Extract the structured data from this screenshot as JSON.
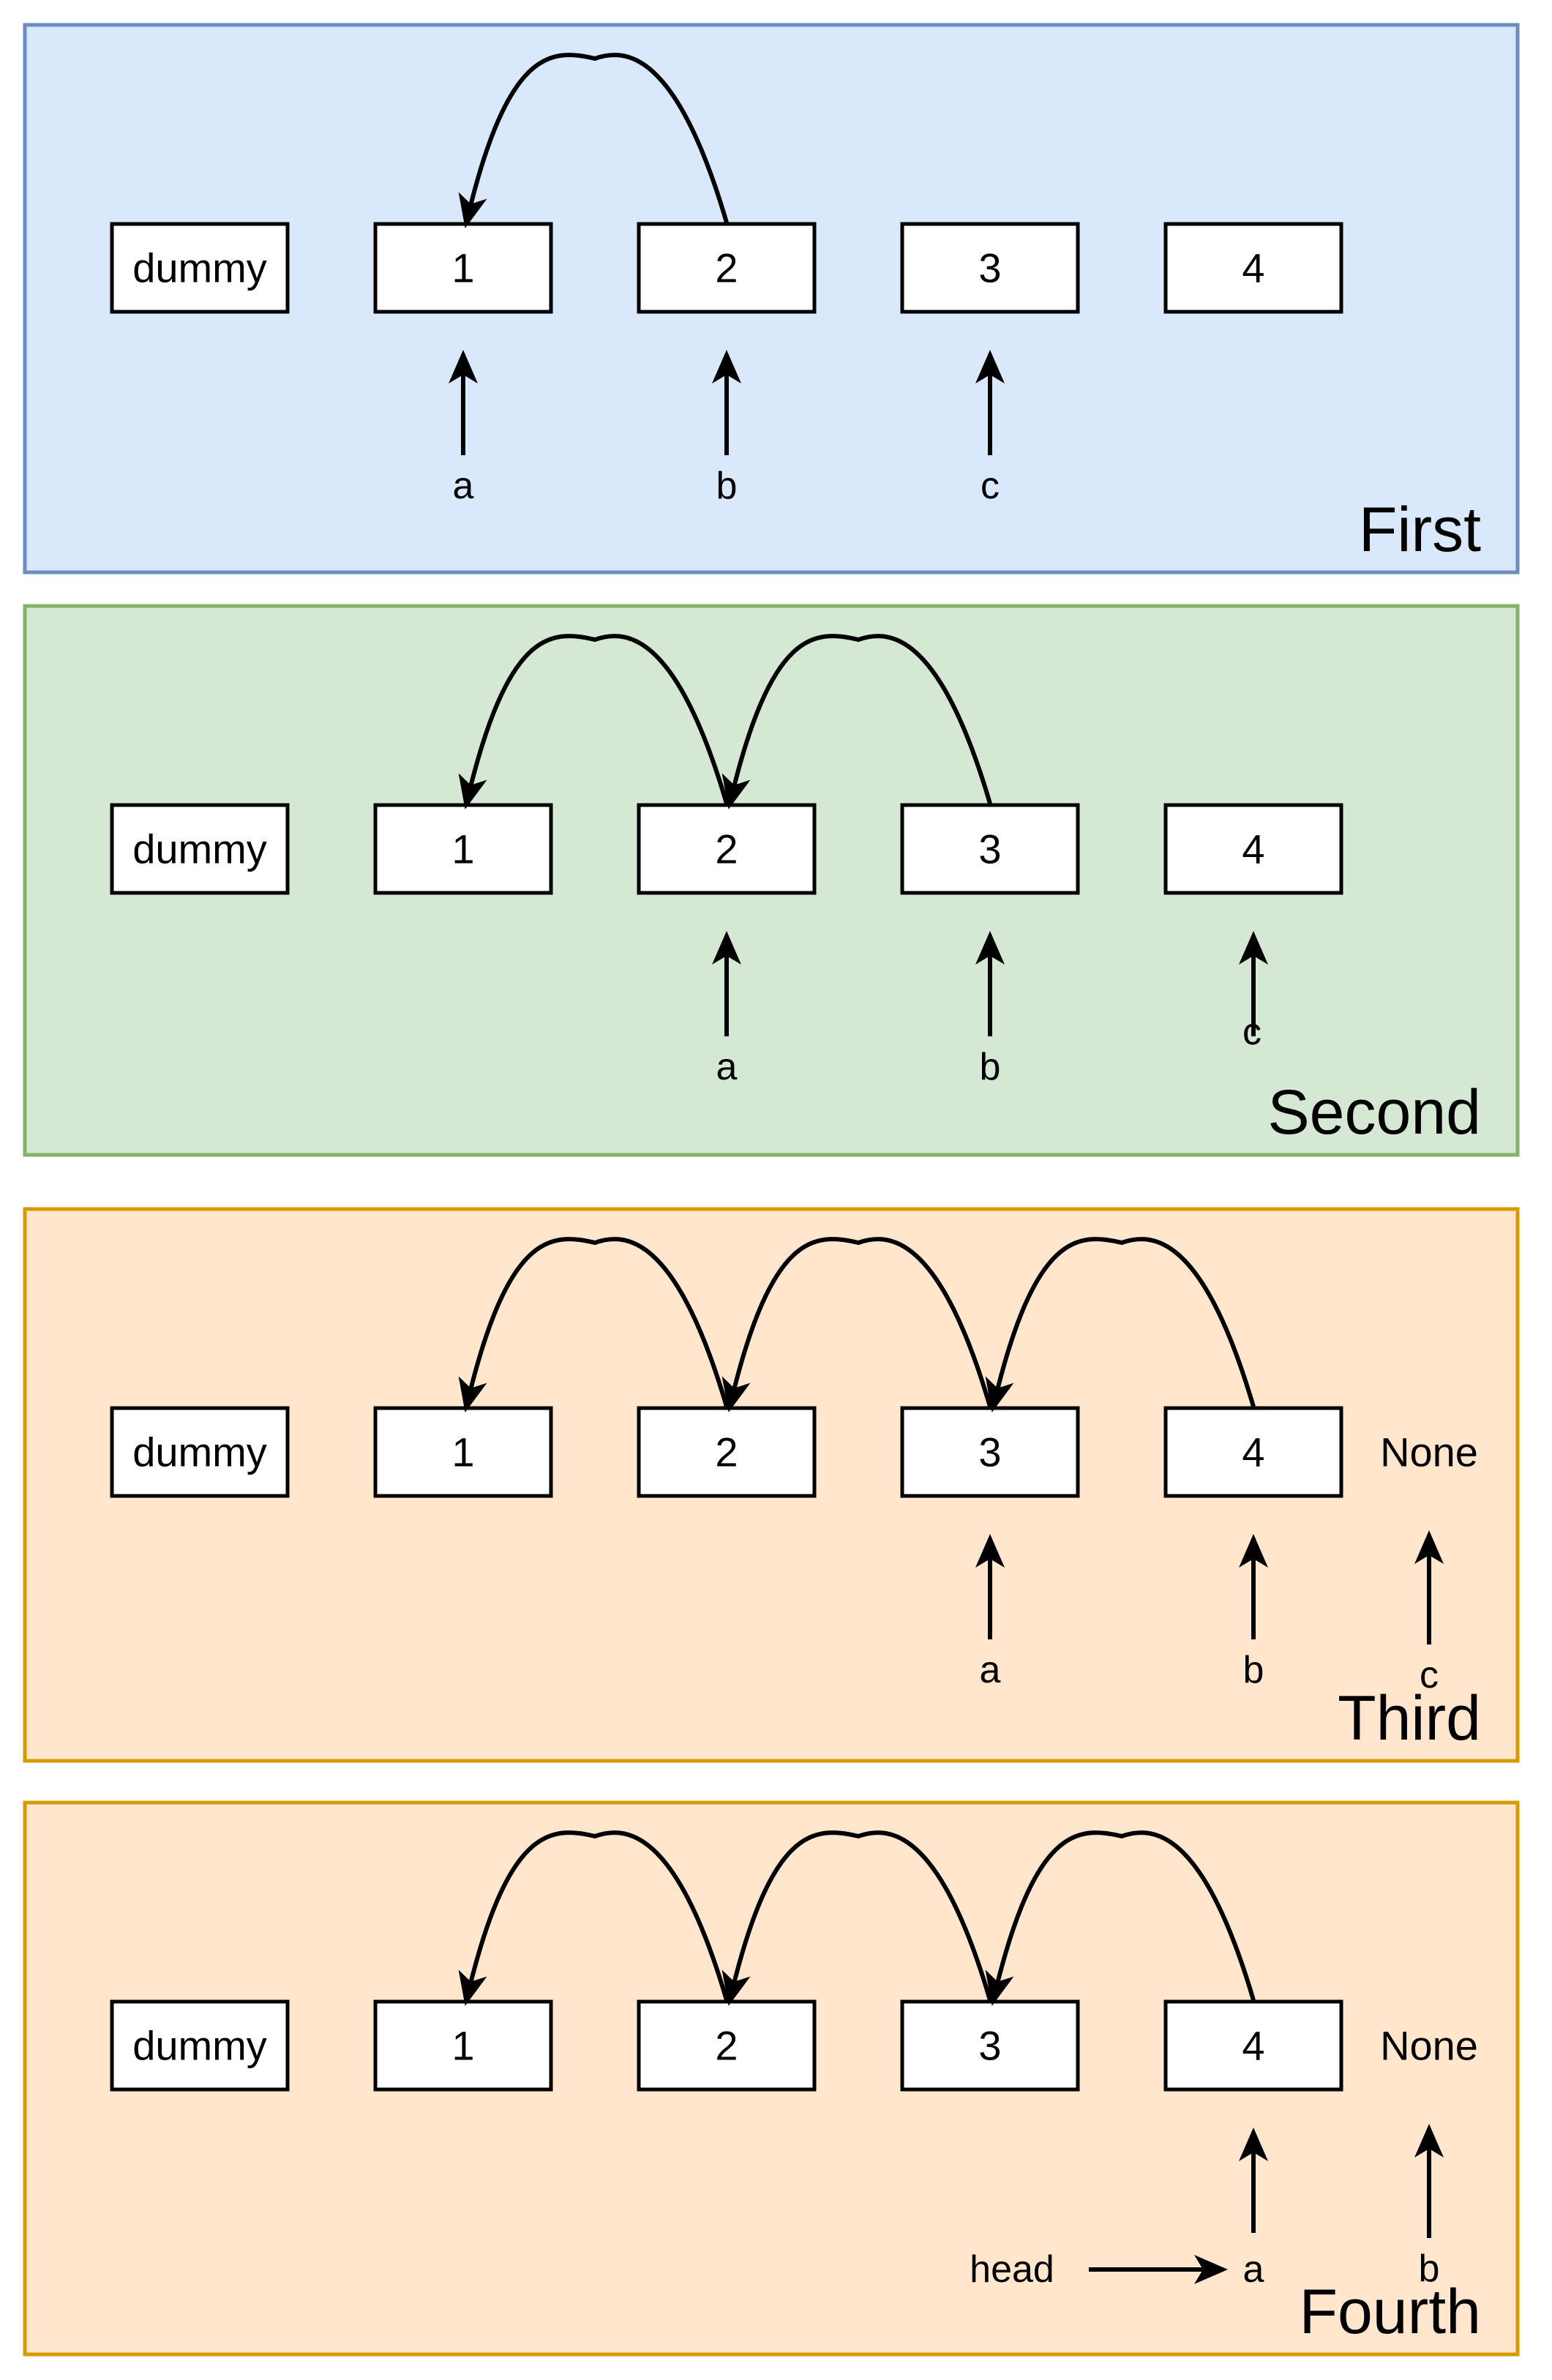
{
  "nodes": [
    "dummy",
    "1",
    "2",
    "3",
    "4"
  ],
  "colors": {
    "blue_fill": "#dae8fc",
    "blue_border": "#6c8ebf",
    "green_fill": "#d5e8d4",
    "green_border": "#82b366",
    "orange_fill": "#ffe6cc",
    "orange_border": "#d79b00",
    "ink": "#000000",
    "node_fill": "#ffffff"
  },
  "panels": [
    {
      "title": "First",
      "theme": "blue",
      "links": [
        {
          "from": 2,
          "to": 1
        }
      ],
      "pointers": [
        {
          "label": "a",
          "target": 1
        },
        {
          "label": "b",
          "target": 2
        },
        {
          "label": "c",
          "target": 3
        }
      ]
    },
    {
      "title": "Second",
      "theme": "green",
      "links": [
        {
          "from": 2,
          "to": 1
        },
        {
          "from": 3,
          "to": 2
        }
      ],
      "pointers": [
        {
          "label": "a",
          "target": 2
        },
        {
          "label": "b",
          "target": 3
        },
        {
          "label": "c",
          "target": 4
        }
      ]
    },
    {
      "title": "Third",
      "theme": "orange",
      "none_label": "None",
      "links": [
        {
          "from": 2,
          "to": 1
        },
        {
          "from": 3,
          "to": 2
        },
        {
          "from": 4,
          "to": 3
        }
      ],
      "pointers": [
        {
          "label": "a",
          "target": 3
        },
        {
          "label": "b",
          "target": 4
        },
        {
          "label": "c",
          "target": "None"
        }
      ]
    },
    {
      "title": "Fourth",
      "theme": "orange",
      "none_label": "None",
      "links": [
        {
          "from": 2,
          "to": 1
        },
        {
          "from": 3,
          "to": 2
        },
        {
          "from": 4,
          "to": 3
        }
      ],
      "pointers": [
        {
          "label": "a",
          "target": 4
        },
        {
          "label": "b",
          "target": "None"
        }
      ],
      "head_label": "head"
    }
  ]
}
